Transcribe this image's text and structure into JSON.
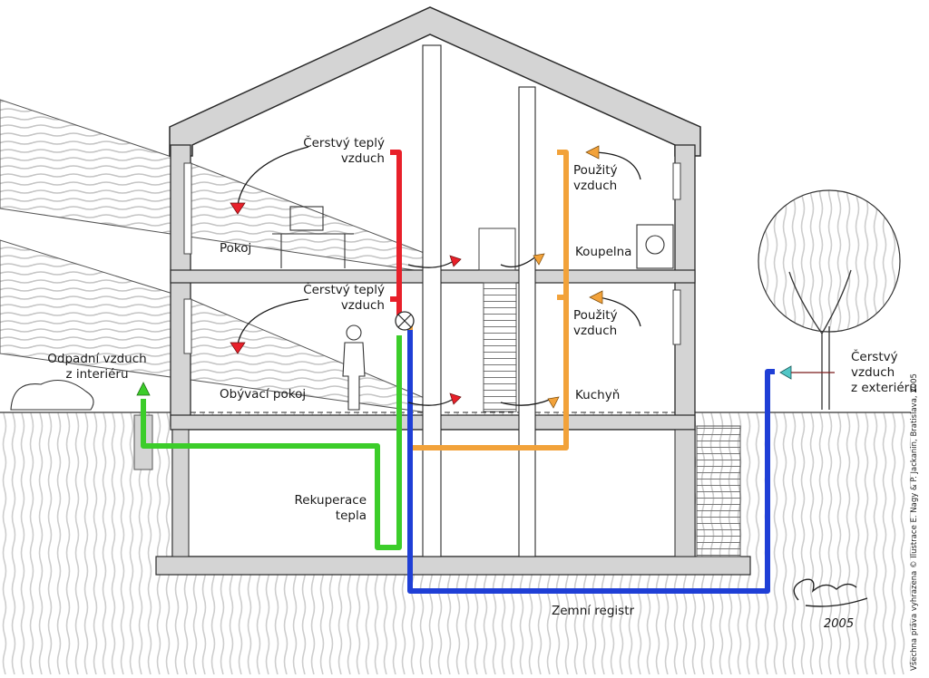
{
  "labels": {
    "fresh_warm_air_upper": [
      "Čerstvý teplý",
      "vzduch"
    ],
    "used_air_upper": [
      "Použitý",
      "vzduch"
    ],
    "room": "Pokoj",
    "bathroom": "Koupelna",
    "fresh_warm_air_lower": [
      "Čerstvý teplý",
      "vzduch"
    ],
    "used_air_lower": [
      "Použitý",
      "vzduch"
    ],
    "exhaust_air": [
      "Odpadní vzduch",
      "z interiéru"
    ],
    "living_room": "Obývací pokoj",
    "kitchen": "Kuchyň",
    "fresh_outdoor_air": [
      "Čerstvý",
      "vzduch",
      "z exteriéru"
    ],
    "heat_recovery": [
      "Rekuperace",
      "tepla"
    ],
    "ground_register": "Zemní registr",
    "credit": "Všechna práva vyhrazena  ©  Ilustrace E. Nagy & P. Jackanin, Bratislava, 2005",
    "signature_year": "2005"
  },
  "colors": {
    "fresh_warm_duct": "#e8202a",
    "used_air_duct": "#f2a23a",
    "exhaust_duct": "#3ccd2a",
    "outdoor_duct": "#1f3fd6",
    "outline": "#2a2a2a",
    "wall_fill": "#d4d4d4",
    "terrain_hatch": "#c4c4c4"
  }
}
